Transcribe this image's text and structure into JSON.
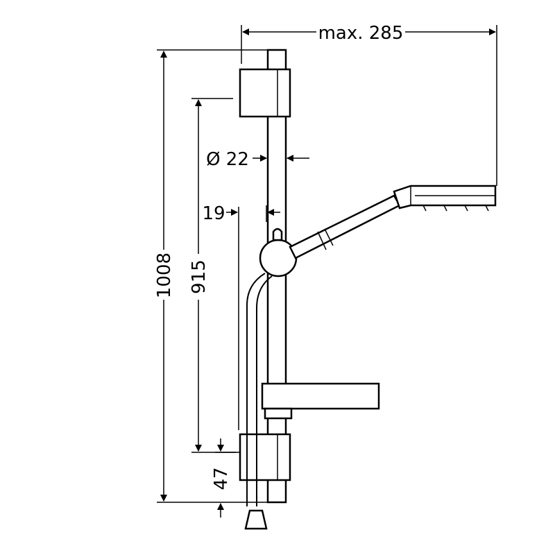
{
  "dimensions": {
    "max_width": "max. 285",
    "diameter": "Ø 22",
    "offset": "19",
    "total_height": "1008",
    "rail_height": "915",
    "bottom_offset": "47"
  }
}
